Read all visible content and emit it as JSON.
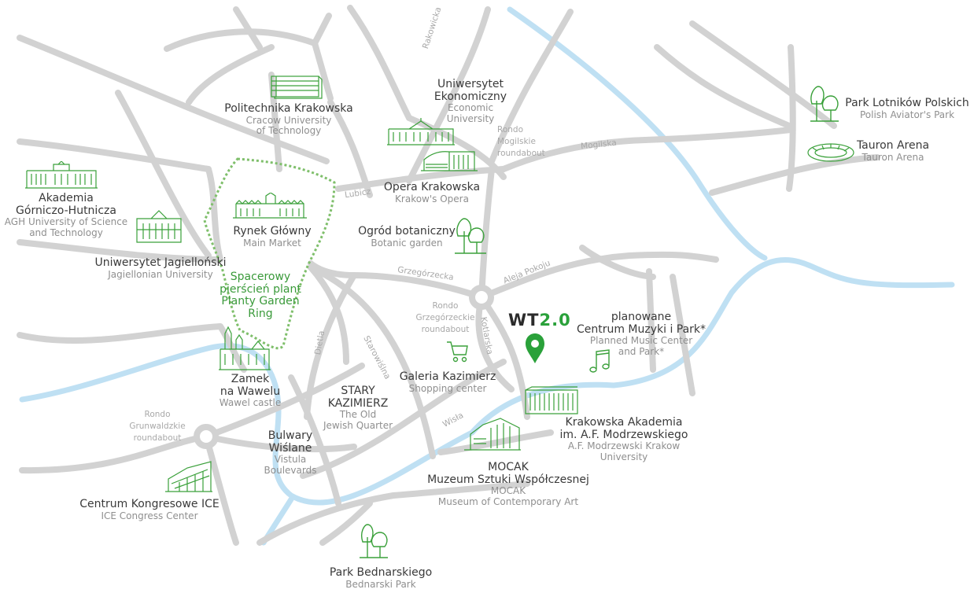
{
  "brand": {
    "prefix": "WT",
    "suffix": "2.0"
  },
  "colors": {
    "road": "#d2d2d2",
    "river": "#bfe0f3",
    "green": "#3aa03a",
    "light_green": "#8cc67a",
    "text": "#3a3a3a",
    "sub": "#8f8f8f",
    "street": "#a8a8a8"
  },
  "streets": {
    "rakowicka": "Rakowicka",
    "lubicz": "Lubicz",
    "mogilska": "Mogilska",
    "grzegorzecka": "Grzegórzecka",
    "aleja_pokoju": "Aleja Pokoju",
    "kotlarska": "Kotlarska",
    "dietla": "Dietla",
    "starowislna": "Starowiślna",
    "wisla": "Wisła"
  },
  "roundabouts": {
    "mogilskie": [
      "Rondo",
      "Mogilskie",
      "roundabout"
    ],
    "grzegorzeckie": [
      "Rondo",
      "Grzegórzeckie",
      "roundabout"
    ],
    "grunwaldzkie": [
      "Rondo",
      "Grunwaldzkie",
      "roundabout"
    ]
  },
  "places": {
    "politechnika": {
      "title": "Politechnika Krakowska",
      "sub1": "Cracow University",
      "sub2": "of Technology"
    },
    "ekonomiczny": {
      "title1": "Uniwersytet",
      "title2": "Ekonomiczny",
      "sub1": "Economic",
      "sub2": "University"
    },
    "lotnikow": {
      "title": "Park Lotników Polskich",
      "sub": "Polish Aviator's Park"
    },
    "tauron": {
      "title": "Tauron Arena",
      "sub": "Tauron Arena"
    },
    "agh": {
      "title1": "Akademia",
      "title2": "Górniczo-Hutnicza",
      "sub1": "AGH University of Science",
      "sub2": "and Technology"
    },
    "opera": {
      "title": "Opera Krakowska",
      "sub": "Krakow's Opera"
    },
    "rynek": {
      "title": "Rynek Główny",
      "sub": "Main Market"
    },
    "botanic": {
      "title": "Ogród botaniczny",
      "sub": "Botanic garden"
    },
    "jagiellonski": {
      "title": "Uniwersytet Jagielloński",
      "sub": "Jagiellonian University"
    },
    "planty": {
      "line1": "Spacerowy",
      "line2": "pierścień plant",
      "line3": "Planty Garden",
      "line4": "Ring"
    },
    "music": {
      "title1": "planowane",
      "title2": "Centrum Muzyki i Park*",
      "sub1": "Planned Music Center",
      "sub2": "and Park*"
    },
    "galeria": {
      "title": "Galeria Kazimierz",
      "sub": "Shopping center"
    },
    "wawel": {
      "title1": "Zamek",
      "title2": "na Wawelu",
      "sub": "Wawel castle"
    },
    "kazimierz": {
      "title1": "STARY",
      "title2": "KAZIMIERZ",
      "sub1": "The Old",
      "sub2": "Jewish Quarter"
    },
    "modrzewski": {
      "title1": "Krakowska Akademia",
      "title2": "im. A.F. Modrzewskiego",
      "sub1": "A.F. Modrzewski Krakow",
      "sub2": "University"
    },
    "bulwary": {
      "title1": "Bulwary",
      "title2": "Wiślane",
      "sub1": "Vistula",
      "sub2": "Boulevards"
    },
    "mocak": {
      "title1": "MOCAK",
      "title2": "Muzeum Sztuki Współczesnej",
      "sub1": "MOCAK",
      "sub2": "Museum of Contemporary Art"
    },
    "ice": {
      "title": "Centrum Kongresowe ICE",
      "sub": "ICE Congress Center"
    },
    "bednarskiego": {
      "title": "Park Bednarskiego",
      "sub": "Bednarski Park"
    }
  }
}
